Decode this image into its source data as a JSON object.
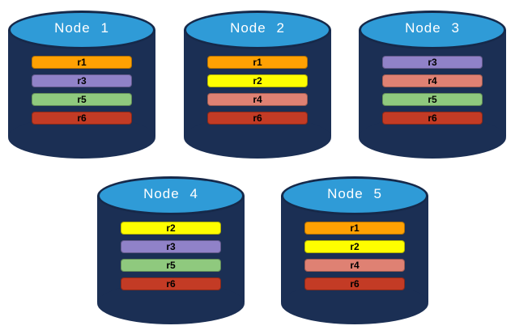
{
  "colors": {
    "cylinder_body": "#1B2F54",
    "cylinder_top": "#2F9BD7",
    "cylinder_rim": "#16294A",
    "replicas": {
      "r1": "#FFA103",
      "r2": "#FEFE00",
      "r3": "#9082C8",
      "r4": "#DF8173",
      "r5": "#8FC97E",
      "r6": "#C33B25"
    }
  },
  "nodes": [
    {
      "label": "Node 1",
      "replicas": [
        "r1",
        "r3",
        "r5",
        "r6"
      ]
    },
    {
      "label": "Node 2",
      "replicas": [
        "r1",
        "r2",
        "r4",
        "r6"
      ]
    },
    {
      "label": "Node 3",
      "replicas": [
        "r3",
        "r4",
        "r5",
        "r6"
      ]
    },
    {
      "label": "Node 4",
      "replicas": [
        "r2",
        "r3",
        "r5",
        "r6"
      ]
    },
    {
      "label": "Node 5",
      "replicas": [
        "r1",
        "r2",
        "r4",
        "r6"
      ]
    }
  ]
}
